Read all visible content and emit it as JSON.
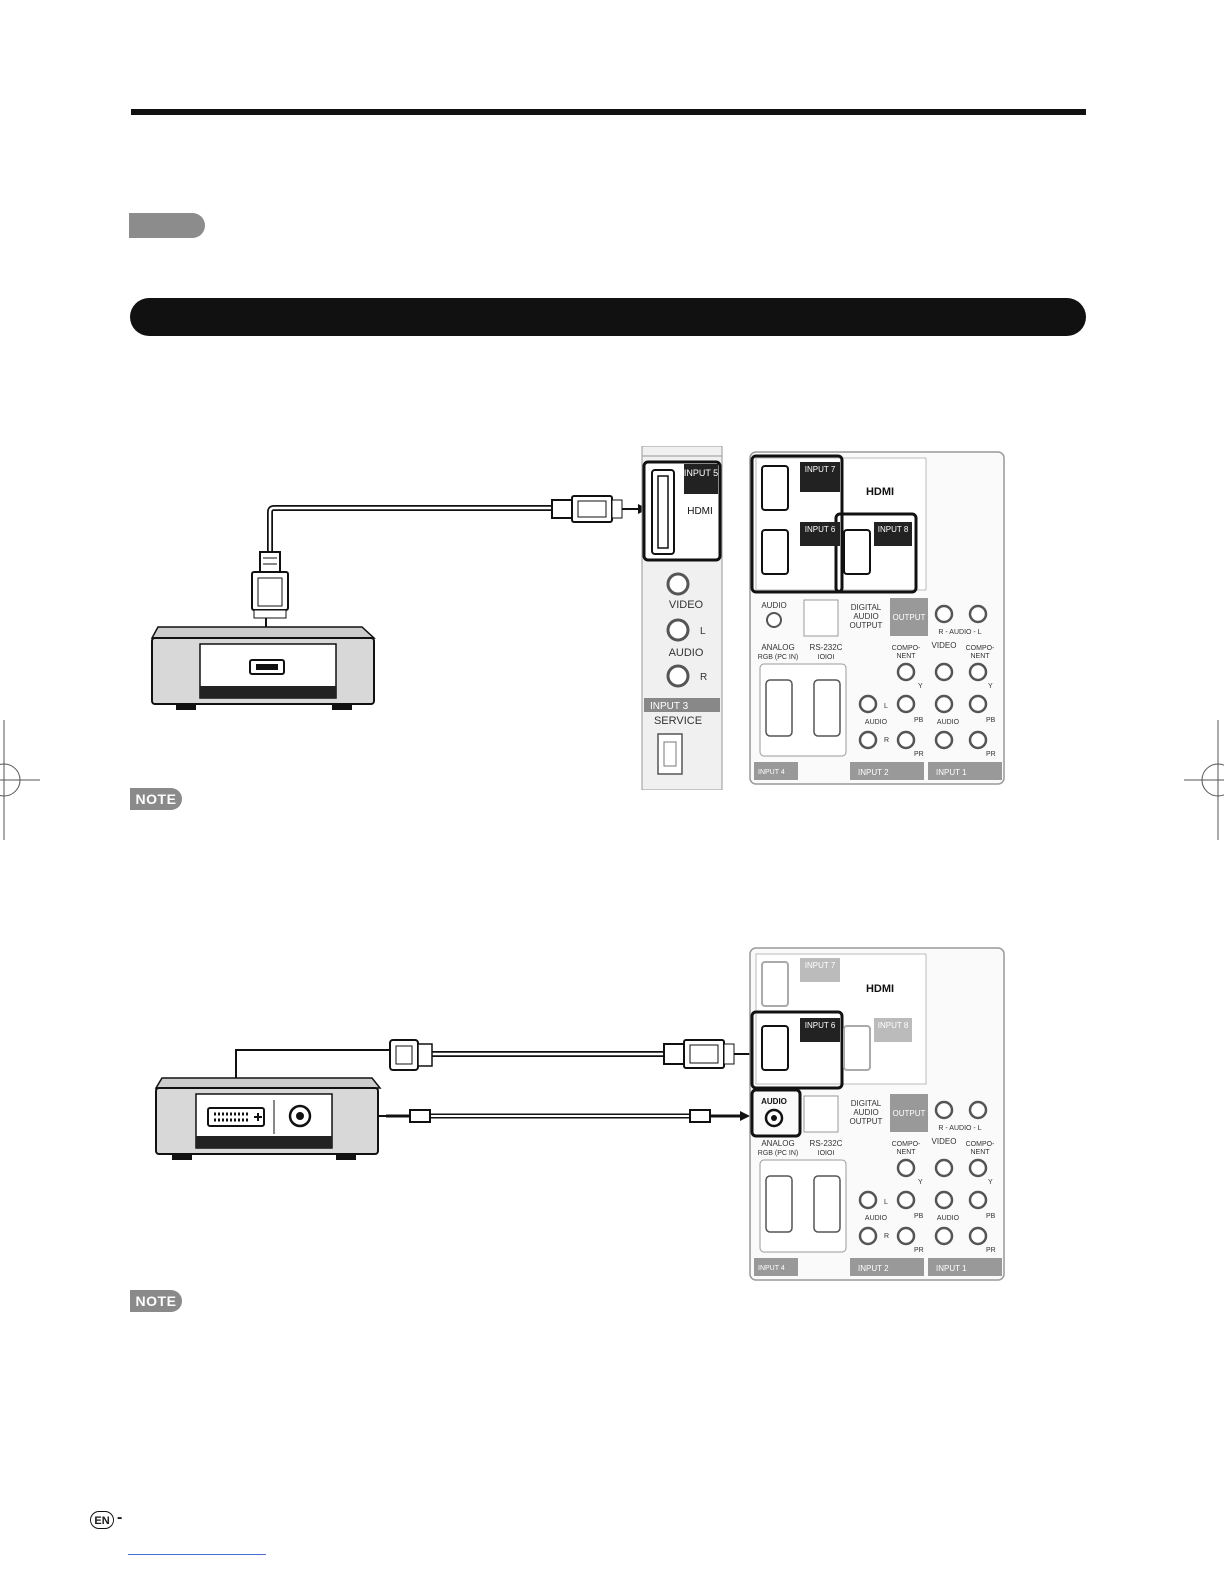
{
  "header": {
    "rule": true
  },
  "section": {
    "title": ""
  },
  "notes": {
    "badge1": "NOTE",
    "badge2": "NOTE"
  },
  "footer": {
    "lang": "EN",
    "dash": "-"
  },
  "diagram1": {
    "panel_labels": {
      "input5": "INPUT 5",
      "hdmi": "HDMI",
      "video": "VIDEO",
      "l": "L",
      "audio": "AUDIO",
      "r": "R",
      "input3": "INPUT 3",
      "service": "SERVICE"
    }
  },
  "rear_panel": {
    "input7": "INPUT 7",
    "input6": "INPUT 6",
    "input8": "INPUT 8",
    "hdmi_logo": "HDMI",
    "audio": "AUDIO",
    "digital_audio_output": [
      "DIGITAL",
      "AUDIO",
      "OUTPUT"
    ],
    "output": "OUTPUT",
    "r_audio_l": "R - AUDIO - L",
    "analog_rgb": [
      "ANALOG",
      "RGB (PC IN)"
    ],
    "rs232c": [
      "RS-232C",
      "IOIOI"
    ],
    "component": [
      "COMPO-",
      "NENT"
    ],
    "video": "VIDEO",
    "y": "Y",
    "pb": "PB",
    "pr": "PR",
    "l": "L",
    "r": "R",
    "audio_small": "AUDIO",
    "input4": "INPUT 4",
    "input2": "INPUT 2",
    "input1": "INPUT 1"
  }
}
